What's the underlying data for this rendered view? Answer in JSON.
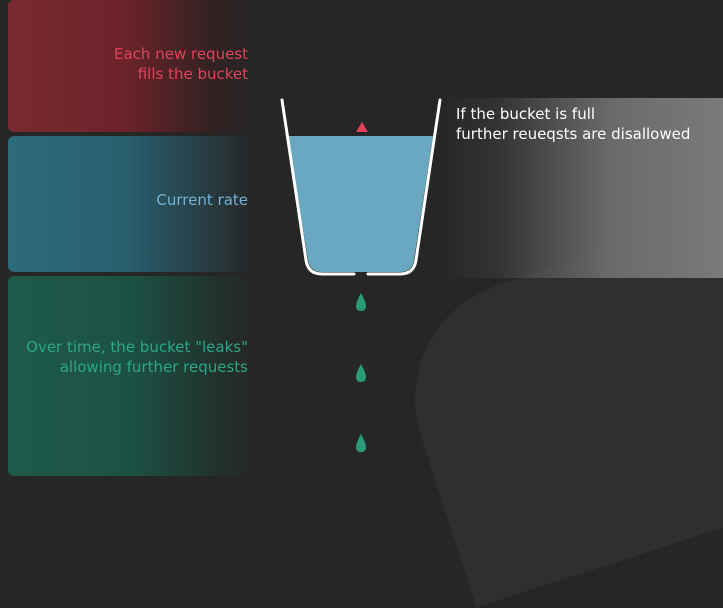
{
  "labels": {
    "fill": [
      "Each new request",
      "fills the bucket"
    ],
    "current_rate": "Current rate",
    "leak": [
      "Over time, the bucket \"leaks\"",
      "allowing further requests"
    ],
    "full": [
      "If the bucket is full",
      "further reueqsts are disallowed"
    ]
  },
  "colors": {
    "fill_text": "#e0445a",
    "rate_text": "#72b3d6",
    "leak_text": "#2ba883",
    "water": "#6aa7c0",
    "drop": "#2a9a78",
    "incoming_drop": "#e0445a"
  },
  "icons": {
    "bucket": "bucket-icon",
    "incoming": "incoming-drop-icon",
    "leak": "leak-drop-icon"
  }
}
